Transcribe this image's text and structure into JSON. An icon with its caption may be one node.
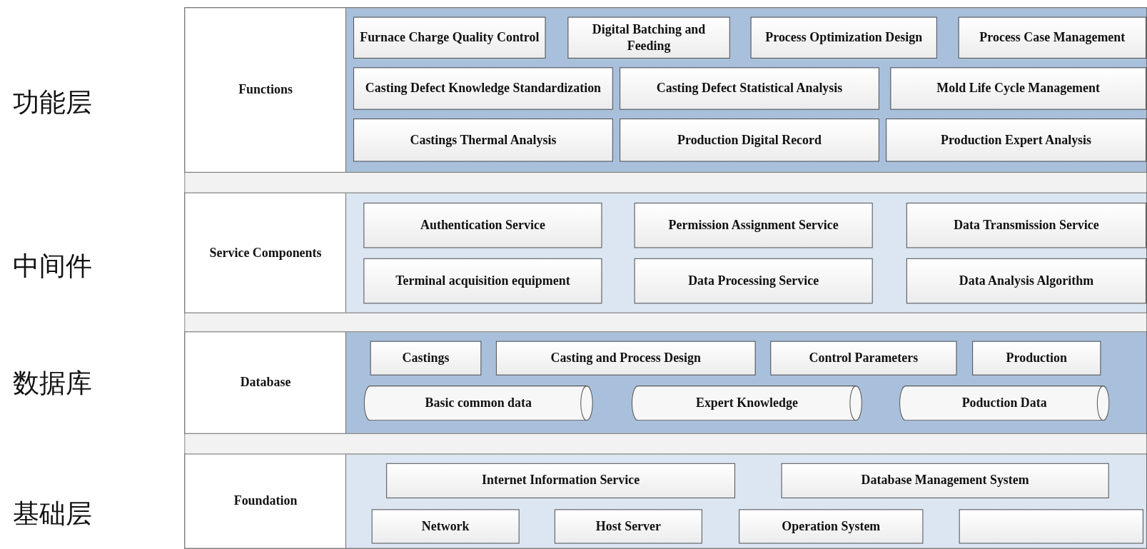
{
  "diagram": {
    "nodes": [
      {
        "text": [
          "Functions"
        ]
      },
      {
        "text": [
          "Furnace Charge  Quality Control"
        ],
        "in": 0
      },
      {
        "text": [
          "Digital Batching and Feeding"
        ],
        "in": 0
      },
      {
        "text": [
          "Process Optimization Design"
        ],
        "in": 0
      },
      {
        "text": [
          "Process Case Management"
        ],
        "in": 0
      },
      {
        "text": [
          "Casting Defect Knowledge Standardization"
        ],
        "in": 0
      },
      {
        "text": [
          "Casting Defect Statistical Analysis"
        ],
        "in": 0
      },
      {
        "text": [
          "Mold Life Cycle Management"
        ],
        "in": 0
      },
      {
        "text": [
          "Castings Thermal Analysis"
        ],
        "in": 0
      },
      {
        "text": [
          "Production Digital Record"
        ],
        "in": 0
      },
      {
        "text": [
          "Production Expert Analysis"
        ],
        "in": 0
      },
      {
        "text": [
          "Service Components"
        ]
      },
      {
        "text": [
          "Authentication Service"
        ],
        "in": 11
      },
      {
        "text": [
          "Permission Assignment Service"
        ],
        "in": 11
      },
      {
        "text": [
          "Data Transmission Service"
        ],
        "in": 11
      },
      {
        "text": [
          "Terminal acquisition equipment"
        ],
        "in": 11
      },
      {
        "text": [
          "Data Processing Service"
        ],
        "in": 11
      },
      {
        "text": [
          "Data Analysis Algorithm"
        ],
        "in": 11
      },
      {
        "text": [
          "Database"
        ]
      },
      {
        "text": [
          "Castings"
        ],
        "in": 18
      },
      {
        "text": [
          "Casting and Process Design"
        ],
        "in": 18
      },
      {
        "text": [
          "Control Parameters"
        ],
        "in": 18
      },
      {
        "text": [
          "Production"
        ],
        "in": 18
      },
      {
        "text": [
          "Basic common data"
        ],
        "in": 18
      },
      {
        "text": [
          "Expert Knowledge"
        ],
        "in": 18
      },
      {
        "text": [
          "Poduction Data"
        ],
        "in": 18
      },
      {
        "text": [
          "Foundation"
        ]
      },
      {
        "text": [
          "Internet Information Service"
        ],
        "in": 26
      },
      {
        "text": [
          "Database Management System"
        ],
        "in": 26
      },
      {
        "text": [
          "Network"
        ],
        "in": 26
      },
      {
        "text": [
          "Host Server"
        ],
        "in": 26
      },
      {
        "text": [
          "Operation System"
        ],
        "in": 26
      },
      {
        "text": [],
        "shape": "box",
        "in": 26
      }
    ],
    "labels": [
      "功能层",
      "中间件",
      "数据库",
      "基础层"
    ]
  }
}
